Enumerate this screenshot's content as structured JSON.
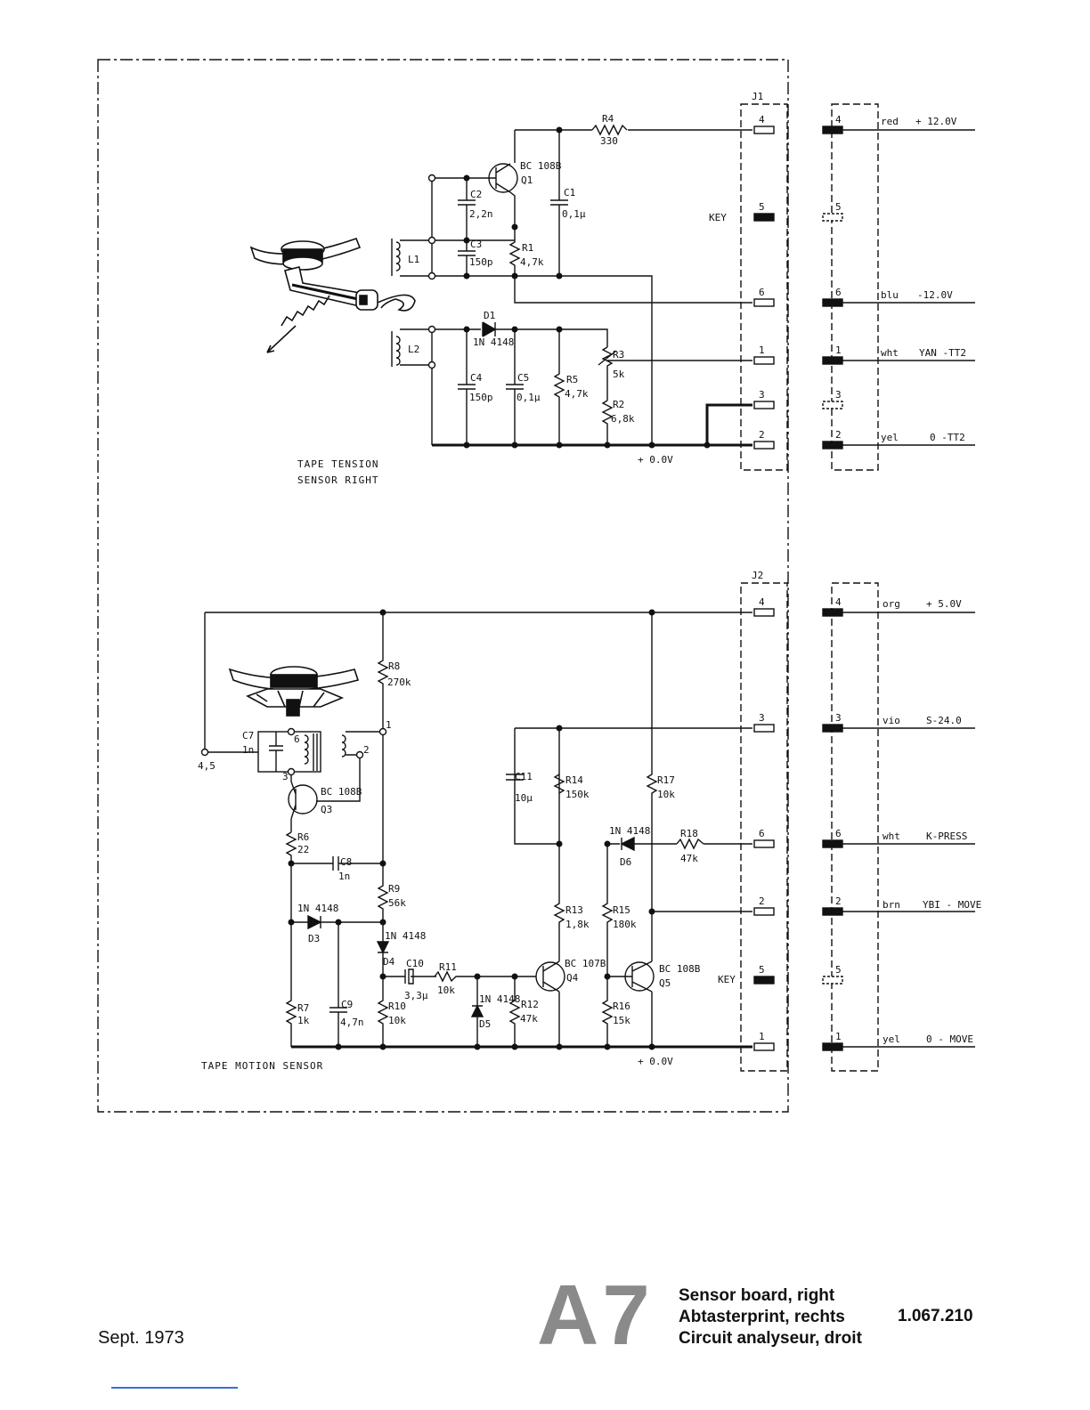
{
  "sections": {
    "top_title_1": "TAPE TENSION",
    "top_title_2": "SENSOR RIGHT",
    "bottom_title": "TAPE MOTION SENSOR"
  },
  "connectors": {
    "j1": "J1",
    "j2": "J2",
    "key": "KEY"
  },
  "j1_pins": [
    {
      "pin": "4",
      "wire": "red",
      "signal": "+ 12.0V"
    },
    {
      "pin": "5",
      "wire": "",
      "signal": ""
    },
    {
      "pin": "6",
      "wire": "blu",
      "signal": "-12.0V"
    },
    {
      "pin": "1",
      "wire": "wht",
      "signal": "YAN -TT2"
    },
    {
      "pin": "3",
      "wire": "",
      "signal": ""
    },
    {
      "pin": "2",
      "wire": "yel",
      "signal": "0 -TT2"
    }
  ],
  "j2_pins": [
    {
      "pin": "4",
      "wire": "org",
      "signal": "+ 5.0V"
    },
    {
      "pin": "3",
      "wire": "vio",
      "signal": "S-24.0"
    },
    {
      "pin": "6",
      "wire": "wht",
      "signal": "K-PRESS"
    },
    {
      "pin": "2",
      "wire": "brn",
      "signal": "YBI - MOVE"
    },
    {
      "pin": "5",
      "wire": "",
      "signal": ""
    },
    {
      "pin": "1",
      "wire": "yel",
      "signal": "0 - MOVE"
    }
  ],
  "top_components": {
    "r4": "R4",
    "r4_val": "330",
    "q1": "BC 108B",
    "q1_ref": "Q1",
    "c2": "C2",
    "c2_val": "2,2n",
    "c1": "C1",
    "c1_val": "0,1µ",
    "c3": "C3",
    "c3_val": "150p",
    "r1": "R1",
    "r1_val": "4,7k",
    "l1": "L1",
    "l2": "L2",
    "d1": "D1",
    "d1_val": "1N 4148",
    "r3": "R3",
    "r3_val": "5k",
    "c4": "C4",
    "c4_val": "150p",
    "c5": "C5",
    "c5_val": "0,1µ",
    "r5": "R5",
    "r5_val": "4,7k",
    "r2": "R2",
    "r2_val": "6,8k",
    "ground": "+ 0.0V"
  },
  "bottom_components": {
    "r8": "R8",
    "r8_val": "270k",
    "c7": "C7",
    "c7_val": "1n",
    "node6": "6",
    "node1": "1",
    "node2": "2",
    "node3": "3",
    "node45": "4,5",
    "q3": "BC 108B",
    "q3_ref": "Q3",
    "r6": "R6",
    "r6_val": "22",
    "c8": "C8",
    "c8_val": "1n",
    "r9": "R9",
    "r9_val": "56k",
    "d3_val": "1N 4148",
    "d3": "D3",
    "d4_val": "1N 4148",
    "d4": "D4",
    "c10": "C10",
    "c10_val": "3,3µ",
    "r11": "R11",
    "r11_val": "10k",
    "d5_val": "1N 4148",
    "d5": "D5",
    "r12": "R12",
    "r12_val": "47k",
    "r7": "R7",
    "r7_val": "1k",
    "c9": "C9",
    "c9_val": "4,7n",
    "r10": "R10",
    "r10_val": "10k",
    "c11": "C11",
    "c11_val": "10µ",
    "r14": "R14",
    "r14_val": "150k",
    "r17": "R17",
    "r17_val": "10k",
    "d6_val": "1N 4148",
    "d6": "D6",
    "r18": "R18",
    "r18_val": "47k",
    "r13": "R13",
    "r13_val": "1,8k",
    "r15": "R15",
    "r15_val": "180k",
    "q4": "BC 107B",
    "q4_ref": "Q4",
    "q5": "BC 108B",
    "q5_ref": "Q5",
    "r16": "R16",
    "r16_val": "15k",
    "ground": "+ 0.0V"
  },
  "footer": {
    "date": "Sept. 1973",
    "code": "A7",
    "title_en": "Sensor board, right",
    "title_de": "Abtasterprint, rechts",
    "title_fr": "Circuit analyseur, droit",
    "doc_number": "1.067.210"
  }
}
